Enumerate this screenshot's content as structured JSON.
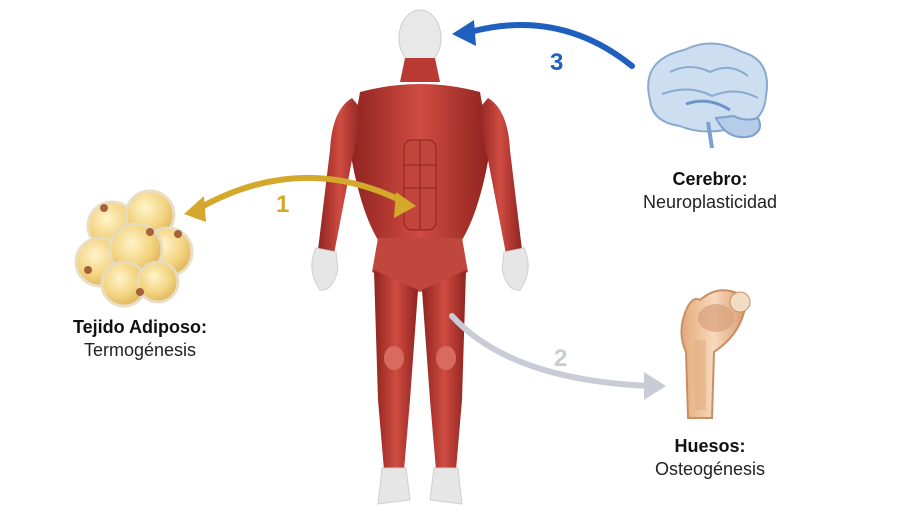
{
  "labels": {
    "adipose_title": "Tejido Adiposo:",
    "adipose_sub": "Termogénesis",
    "brain_title": "Cerebro:",
    "brain_sub": "Neuroplasticidad",
    "bone_title": "Huesos:",
    "bone_sub": "Osteogénesis"
  },
  "arrows": {
    "a1": "1",
    "a2": "2",
    "a3": "3"
  },
  "colors": {
    "arrow1": "#d4a92b",
    "arrow2": "#c9ccd6",
    "arrow3": "#1f5fbf",
    "muscle": "#b8322c",
    "muscle_light": "#d8574d",
    "skin": "#ececec",
    "fat": "#f3d27a",
    "brain": "#a9c4e4",
    "bone": "#e9b98e"
  }
}
